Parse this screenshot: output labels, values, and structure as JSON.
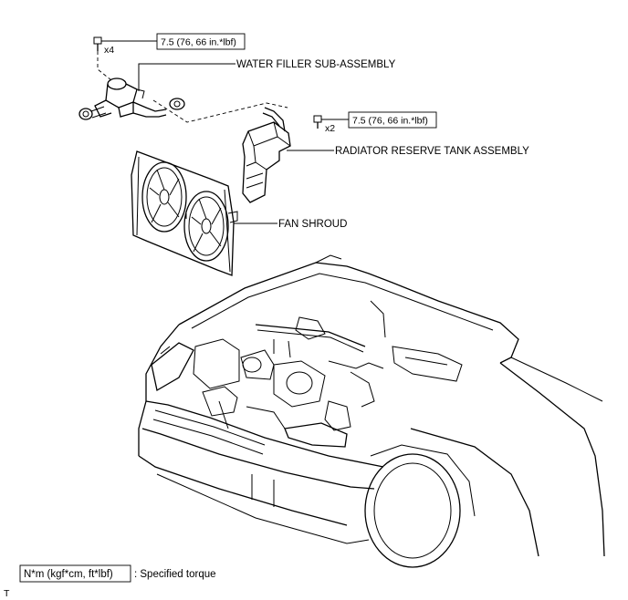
{
  "callouts": {
    "torque_top": "7.5 (76, 66 in.*lbf)",
    "qty_top": "x4",
    "torque_right": "7.5 (76, 66 in.*lbf)",
    "qty_right": "x2",
    "water_filler": "WATER FILLER SUB-ASSEMBLY",
    "reserve_tank": "RADIATOR RESERVE TANK ASSEMBLY",
    "fan_shroud": "FAN SHROUD"
  },
  "legend": {
    "unit_box": "N*m (kgf*cm, ft*lbf)",
    "description": ": Specified torque"
  },
  "corner_mark": "T"
}
